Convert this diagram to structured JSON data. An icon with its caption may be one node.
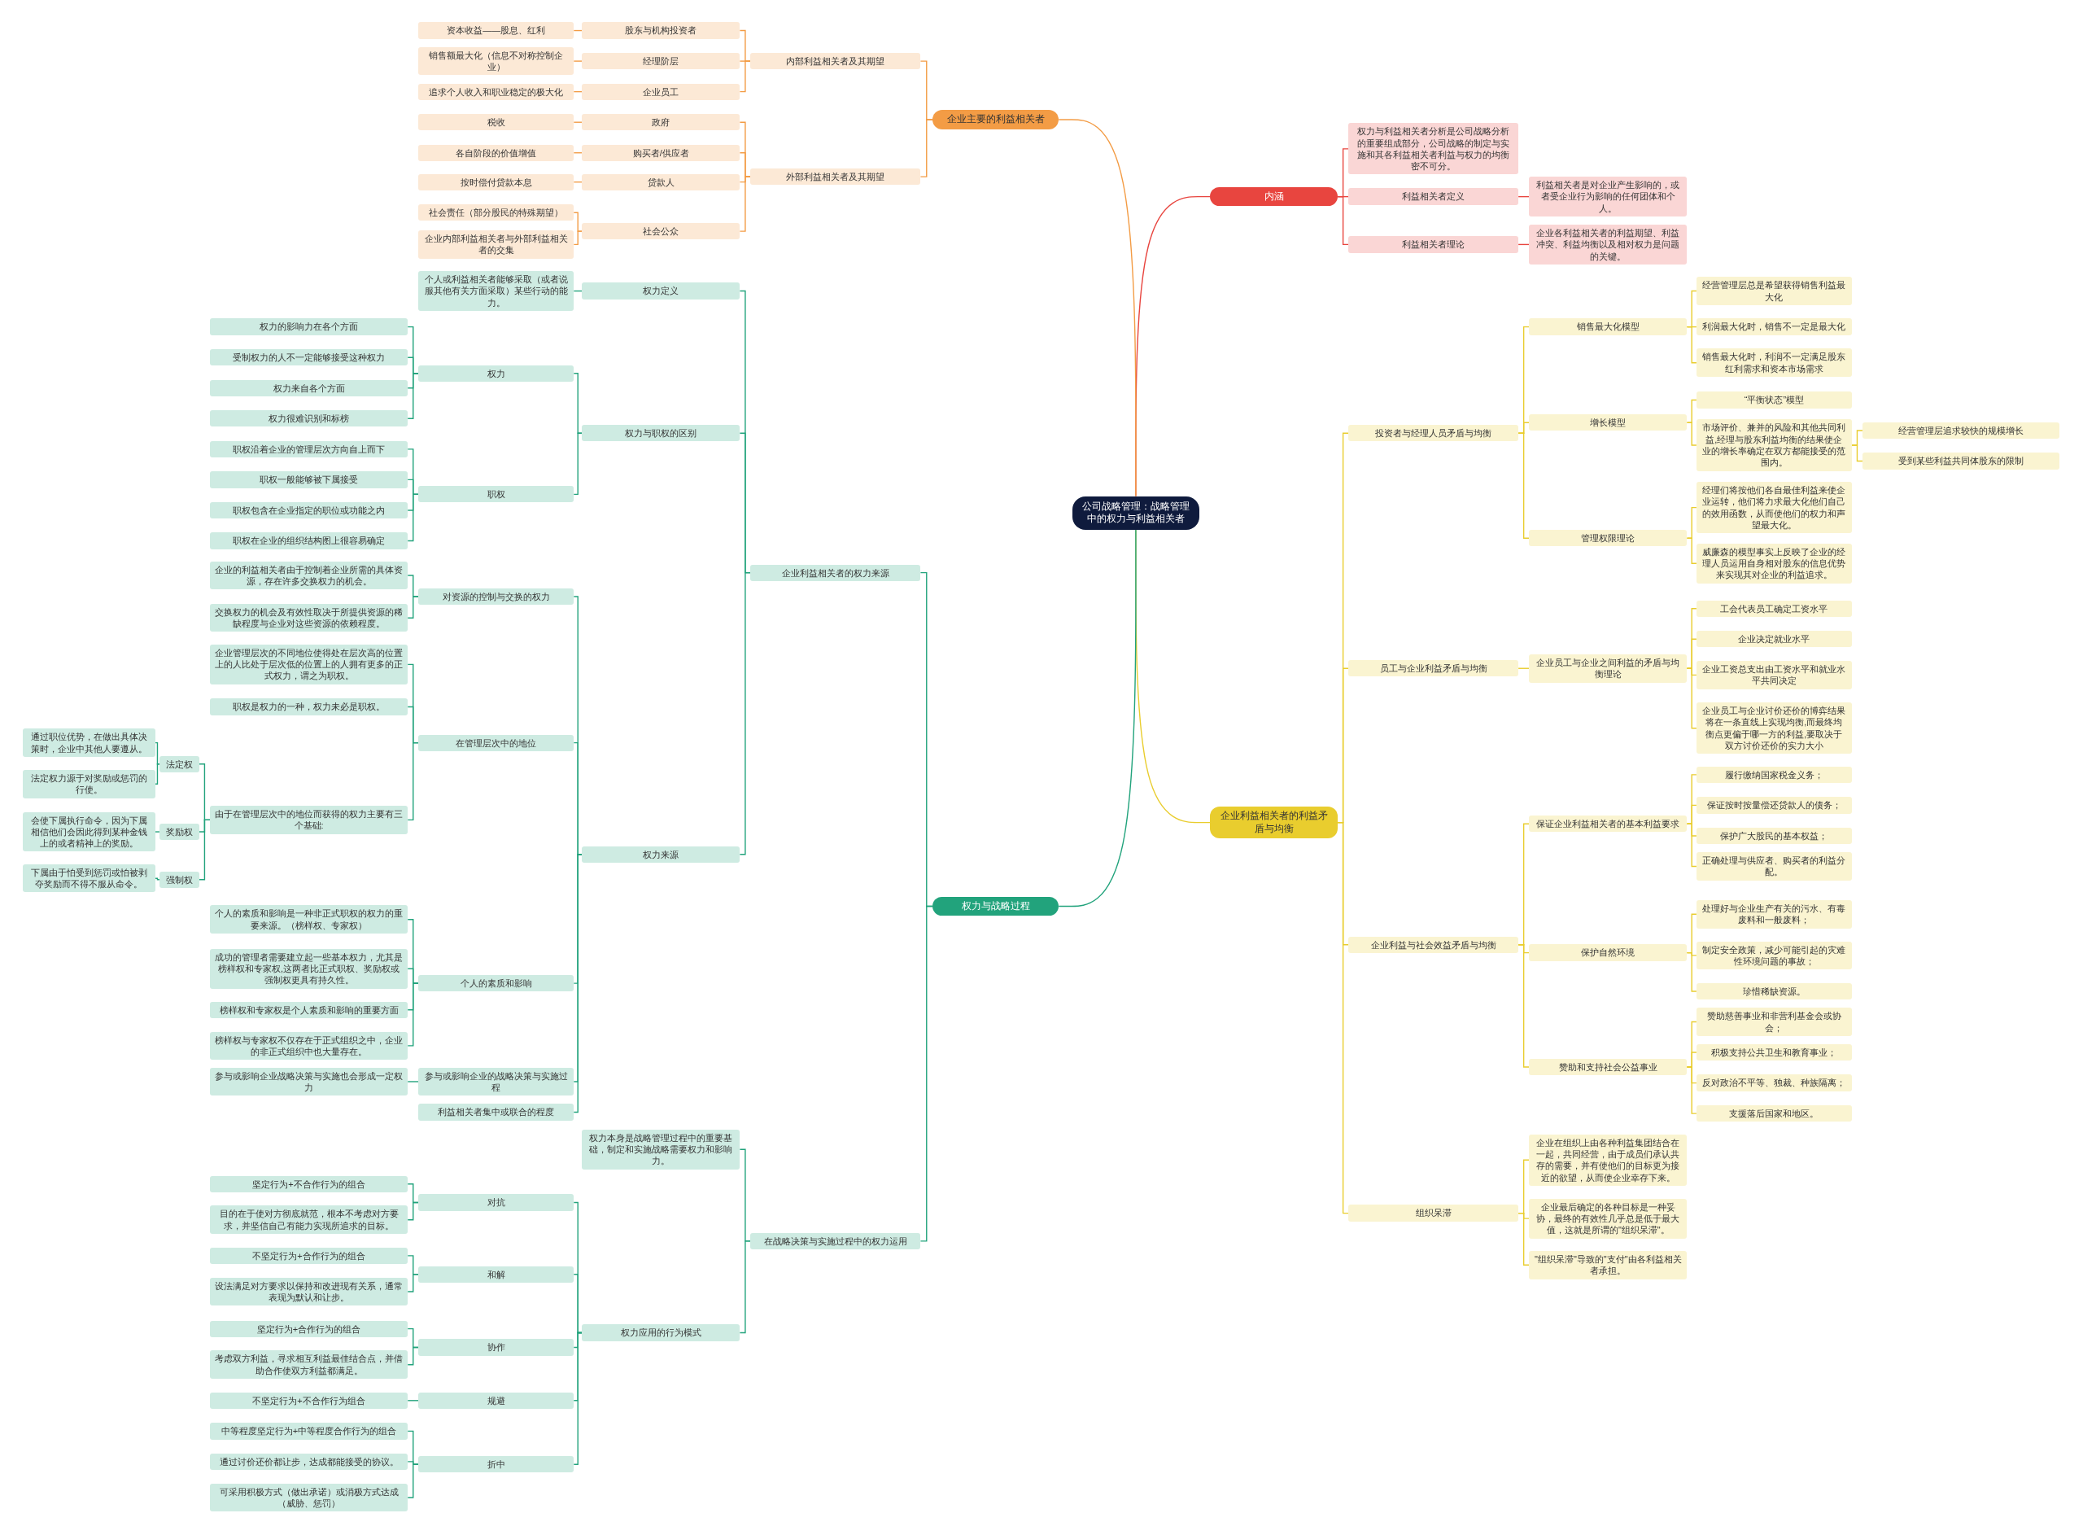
{
  "diagram": {
    "nodes": [
      {
        "text": [
          "公司战略管理：战略管理中的权力与利益相关者"
        ]
      },
      {
        "text": [
          "内涵"
        ]
      },
      {
        "text": [
          "权力与利益相关者分析是公司战略分析的重要组成部分，公司战略的制定与实施和其各利益相关者利益与权力的均衡密不可分。"
        ]
      },
      {
        "text": [
          "利益相关者定义"
        ]
      },
      {
        "text": [
          "利益相关者是对企业产生影响的，或者受企业行为影响的任何团体和个人。"
        ]
      },
      {
        "text": [
          "利益相关者理论"
        ]
      },
      {
        "text": [
          "企业各利益相关者的利益期望、利益冲突、利益均衡以及相对权力是问题的关键。"
        ]
      },
      {
        "text": [
          "企业利益相关者的利益矛盾与均衡"
        ]
      },
      {
        "text": [
          "投资者与经理人员矛盾与均衡"
        ]
      },
      {
        "text": [
          "销售最大化模型"
        ]
      },
      {
        "text": [
          "经营管理层总是希望获得销售利益最大化"
        ]
      },
      {
        "text": [
          "利润最大化时，销售不一定是最大化"
        ]
      },
      {
        "text": [
          "销售最大化时，利润不一定满足股东红利需求和资本市场需求"
        ]
      },
      {
        "text": [
          "增长模型"
        ]
      },
      {
        "text": [
          "“平衡状态”模型"
        ]
      },
      {
        "text": [
          "市场评价、兼并的风险和其他共同利益,经理与股东利益均衡的结果使企业的增长率确定在双方都能接受的范围内。"
        ]
      },
      {
        "text": [
          "经营管理层追求较快的规模增长"
        ]
      },
      {
        "text": [
          "受到某些利益共同体股东的限制"
        ]
      },
      {
        "text": [
          "管理权限理论"
        ]
      },
      {
        "text": [
          "经理们将按他们各自最佳利益来使企业运转，他们将力求最大化他们自己的效用函数，从而使他们的权力和声望最大化。"
        ]
      },
      {
        "text": [
          "威廉森的模型事实上反映了企业的经理人员运用自身相对股东的信息优势来实现其对企业的利益追求。"
        ]
      },
      {
        "text": [
          "员工与企业利益矛盾与均衡"
        ]
      },
      {
        "text": [
          "企业员工与企业之间利益的矛盾与均衡理论"
        ]
      },
      {
        "text": [
          "工会代表员工确定工资水平"
        ]
      },
      {
        "text": [
          "企业决定就业水平"
        ]
      },
      {
        "text": [
          "企业工资总支出由工资水平和就业水平共同决定"
        ]
      },
      {
        "text": [
          "企业员工与企业讨价还价的博弈结果将在一条直线上实现均衡,而最终均衡点更偏于哪一方的利益,要取决于双方讨价还价的实力大小"
        ]
      },
      {
        "text": [
          "企业利益与社会效益矛盾与均衡"
        ]
      },
      {
        "text": [
          "保证企业利益相关者的基本利益要求"
        ]
      },
      {
        "text": [
          "履行缴纳国家税金义务；"
        ]
      },
      {
        "text": [
          "保证按时按量偿还贷款人的债务；"
        ]
      },
      {
        "text": [
          "保护广大股民的基本权益；"
        ]
      },
      {
        "text": [
          "正确处理与供应者、购买者的利益分配。"
        ]
      },
      {
        "text": [
          "保护自然环境"
        ]
      },
      {
        "text": [
          "处理好与企业生产有关的污水、有毒废料和一般废料；"
        ]
      },
      {
        "text": [
          "制定安全政策，减少可能引起的灾难性环境问题的事故；"
        ]
      },
      {
        "text": [
          "珍惜稀缺资源。"
        ]
      },
      {
        "text": [
          "赞助和支持社会公益事业"
        ]
      },
      {
        "text": [
          "赞助慈善事业和非营利基金会或协会；"
        ]
      },
      {
        "text": [
          "积极支持公共卫生和教育事业；"
        ]
      },
      {
        "text": [
          "反对政治不平等、独裁、种族隔离；"
        ]
      },
      {
        "text": [
          "支援落后国家和地区。"
        ]
      },
      {
        "text": [
          "组织呆滞"
        ]
      },
      {
        "text": [
          "企业在组织上由各种利益集团结合在一起，共同经营，由于成员们承认共存的需要，并有使他们的目标更为接近的欲望，从而使企业幸存下来。"
        ]
      },
      {
        "text": [
          "企业最后确定的各种目标是一种妥协，最终的有效性几乎总是低于最大值，这就是所谓的\"组织呆滞\"。"
        ]
      },
      {
        "text": [
          "\"组织呆滞\"导致的\"支付\"由各利益相关者承担。"
        ]
      },
      {
        "text": [
          "企业主要的利益相关者"
        ]
      },
      {
        "text": [
          "内部利益相关者及其期望"
        ]
      },
      {
        "text": [
          "股东与机构投资者"
        ]
      },
      {
        "text": [
          "资本收益——股息、红利"
        ]
      },
      {
        "text": [
          "经理阶层"
        ]
      },
      {
        "text": [
          "销售额最大化（信息不对称控制企业）"
        ]
      },
      {
        "text": [
          "企业员工"
        ]
      },
      {
        "text": [
          "追求个人收入和职业稳定的极大化"
        ]
      },
      {
        "text": [
          "外部利益相关者及其期望"
        ]
      },
      {
        "text": [
          "政府"
        ]
      },
      {
        "text": [
          "税收"
        ]
      },
      {
        "text": [
          "购买者/供应者"
        ]
      },
      {
        "text": [
          "各自阶段的价值增值"
        ]
      },
      {
        "text": [
          "贷款人"
        ]
      },
      {
        "text": [
          "按时偿付贷款本息"
        ]
      },
      {
        "text": [
          "社会公众"
        ]
      },
      {
        "text": [
          "社会责任（部分股民的特殊期望）"
        ]
      },
      {
        "text": [
          "企业内部利益相关者与外部利益相关者的交集"
        ]
      },
      {
        "text": [
          "权力与战略过程"
        ]
      },
      {
        "text": [
          "企业利益相关者的权力来源"
        ]
      },
      {
        "text": [
          "权力定义"
        ]
      },
      {
        "text": [
          "个人或利益相关者能够采取（或者说服其他有关方面采取）某些行动的能力。"
        ]
      },
      {
        "text": [
          "权力与职权的区别"
        ]
      },
      {
        "text": [
          "权力"
        ]
      },
      {
        "text": [
          "权力的影响力在各个方面"
        ]
      },
      {
        "text": [
          "受制权力的人不一定能够接受这种权力"
        ]
      },
      {
        "text": [
          "权力来自各个方面"
        ]
      },
      {
        "text": [
          "权力很难识别和标榜"
        ]
      },
      {
        "text": [
          "职权"
        ]
      },
      {
        "text": [
          "职权沿着企业的管理层次方向自上而下"
        ]
      },
      {
        "text": [
          "职权一般能够被下属接受"
        ]
      },
      {
        "text": [
          "职权包含在企业指定的职位或功能之内"
        ]
      },
      {
        "text": [
          "职权在企业的组织结构图上很容易确定"
        ]
      },
      {
        "text": [
          "权力来源"
        ]
      },
      {
        "text": [
          "对资源的控制与交换的权力"
        ]
      },
      {
        "text": [
          "企业的利益相关者由于控制着企业所需的具体资源，存在许多交换权力的机会。"
        ]
      },
      {
        "text": [
          "交换权力的机会及有效性取决于所提供资源的稀缺程度与企业对这些资源的依赖程度。"
        ]
      },
      {
        "text": [
          "在管理层次中的地位"
        ]
      },
      {
        "text": [
          "企业管理层次的不同地位使得处在层次高的位置上的人比处于层次低的位置上的人拥有更多的正式权力，谓之为职权。"
        ]
      },
      {
        "text": [
          "职权是权力的一种，权力未必是职权。"
        ]
      },
      {
        "text": [
          "由于在管理层次中的地位而获得的权力主要有三个基础:"
        ]
      },
      {
        "text": [
          "法定权"
        ]
      },
      {
        "text": [
          "通过职位优势，在做出具体决策时，企业中其他人要遵从。"
        ]
      },
      {
        "text": [
          "法定权力源于对奖励或惩罚的行使。"
        ]
      },
      {
        "text": [
          "奖励权"
        ]
      },
      {
        "text": [
          "会使下属执行命令，因为下属相信他们会因此得到某种金钱上的或者精神上的奖励。"
        ]
      },
      {
        "text": [
          "强制权"
        ]
      },
      {
        "text": [
          "下属由于怕受到惩罚或怕被剥夺奖励而不得不服从命令。"
        ]
      },
      {
        "text": [
          "个人的素质和影响"
        ]
      },
      {
        "text": [
          "个人的素质和影响是一种非正式职权的权力的重要来源。（榜样权、专家权）"
        ]
      },
      {
        "text": [
          "成功的管理者需要建立起一些基本权力，尤其是榜样权和专家权,这两者比正式职权、奖励权或强制权更具有持久性。"
        ]
      },
      {
        "text": [
          "榜样权和专家权是个人素质和影响的重要方面"
        ]
      },
      {
        "text": [
          "榜样权与专家权不仅存在于正式组织之中，企业的非正式组织中也大量存在。"
        ]
      },
      {
        "text": [
          "参与或影响企业的战略决策与实施过程"
        ]
      },
      {
        "text": [
          "参与或影响企业战略决策与实施也会形成一定权力"
        ]
      },
      {
        "text": [
          "利益相关者集中或联合的程度"
        ]
      },
      {
        "text": [
          "在战略决策与实施过程中的权力运用"
        ]
      },
      {
        "text": [
          "权力本身是战略管理过程中的重要基础，制定和实施战略需要权力和影响力。"
        ]
      },
      {
        "text": [
          "权力应用的行为模式"
        ]
      },
      {
        "text": [
          "对抗"
        ]
      },
      {
        "text": [
          "坚定行为+不合作行为的组合"
        ]
      },
      {
        "text": [
          "目的在于使对方彻底就范，根本不考虑对方要求，并坚信自己有能力实现所追求的目标。"
        ]
      },
      {
        "text": [
          "和解"
        ]
      },
      {
        "text": [
          "不坚定行为+合作行为的组合"
        ]
      },
      {
        "text": [
          "设法满足对方要求以保持和改进现有关系，通常表现为默认和让步。"
        ]
      },
      {
        "text": [
          "协作"
        ]
      },
      {
        "text": [
          "坚定行为+合作行为的组合"
        ]
      },
      {
        "text": [
          "考虑双方利益，寻求相互利益最佳结合点，并借助合作使双方利益都满足。"
        ]
      },
      {
        "text": [
          "规避"
        ]
      },
      {
        "text": [
          "不坚定行为+不合作行为组合"
        ]
      },
      {
        "text": [
          "折中"
        ]
      },
      {
        "text": [
          "中等程度坚定行为+中等程度合作行为的组合"
        ]
      },
      {
        "text": [
          "通过讨价还价都让步，达成都能接受的协议。"
        ]
      },
      {
        "text": [
          "可采用积极方式（做出承诺）或消极方式达成（威胁、惩罚）"
        ]
      }
    ],
    "edges": [
      {
        "from": 0,
        "to": 1,
        "arrow": "none",
        "color": "#e8453f"
      },
      {
        "from": 1,
        "to": 2,
        "arrow": "none",
        "color": "#e8453f"
      },
      {
        "from": 1,
        "to": 3,
        "arrow": "none",
        "color": "#e8453f"
      },
      {
        "from": 3,
        "to": 4,
        "arrow": "none",
        "color": "#e8453f"
      },
      {
        "from": 1,
        "to": 5,
        "arrow": "none",
        "color": "#e8453f"
      },
      {
        "from": 5,
        "to": 6,
        "arrow": "none",
        "color": "#e8453f"
      },
      {
        "from": 0,
        "to": 7,
        "arrow": "none",
        "color": "#e9cd2e"
      },
      {
        "from": 7,
        "to": 8,
        "arrow": "none",
        "color": "#e9cd2e"
      },
      {
        "from": 8,
        "to": 9,
        "arrow": "none",
        "color": "#e9cd2e"
      },
      {
        "from": 9,
        "to": 10,
        "arrow": "none",
        "color": "#e9cd2e"
      },
      {
        "from": 9,
        "to": 11,
        "arrow": "none",
        "color": "#e9cd2e"
      },
      {
        "from": 9,
        "to": 12,
        "arrow": "none",
        "color": "#e9cd2e"
      },
      {
        "from": 8,
        "to": 13,
        "arrow": "none",
        "color": "#e9cd2e"
      },
      {
        "from": 13,
        "to": 14,
        "arrow": "none",
        "color": "#e9cd2e"
      },
      {
        "from": 13,
        "to": 15,
        "arrow": "none",
        "color": "#e9cd2e"
      },
      {
        "from": 15,
        "to": 16,
        "arrow": "none",
        "color": "#e9cd2e"
      },
      {
        "from": 15,
        "to": 17,
        "arrow": "none",
        "color": "#e9cd2e"
      },
      {
        "from": 8,
        "to": 18,
        "arrow": "none",
        "color": "#e9cd2e"
      },
      {
        "from": 18,
        "to": 19,
        "arrow": "none",
        "color": "#e9cd2e"
      },
      {
        "from": 18,
        "to": 20,
        "arrow": "none",
        "color": "#e9cd2e"
      },
      {
        "from": 7,
        "to": 21,
        "arrow": "none",
        "color": "#e9cd2e"
      },
      {
        "from": 21,
        "to": 22,
        "arrow": "none",
        "color": "#e9cd2e"
      },
      {
        "from": 22,
        "to": 23,
        "arrow": "none",
        "color": "#e9cd2e"
      },
      {
        "from": 22,
        "to": 24,
        "arrow": "none",
        "color": "#e9cd2e"
      },
      {
        "from": 22,
        "to": 25,
        "arrow": "none",
        "color": "#e9cd2e"
      },
      {
        "from": 22,
        "to": 26,
        "arrow": "none",
        "color": "#e9cd2e"
      },
      {
        "from": 7,
        "to": 27,
        "arrow": "none",
        "color": "#e9cd2e"
      },
      {
        "from": 27,
        "to": 28,
        "arrow": "none",
        "color": "#e9cd2e"
      },
      {
        "from": 28,
        "to": 29,
        "arrow": "none",
        "color": "#e9cd2e"
      },
      {
        "from": 28,
        "to": 30,
        "arrow": "none",
        "color": "#e9cd2e"
      },
      {
        "from": 28,
        "to": 31,
        "arrow": "none",
        "color": "#e9cd2e"
      },
      {
        "from": 28,
        "to": 32,
        "arrow": "none",
        "color": "#e9cd2e"
      },
      {
        "from": 27,
        "to": 33,
        "arrow": "none",
        "color": "#e9cd2e"
      },
      {
        "from": 33,
        "to": 34,
        "arrow": "none",
        "color": "#e9cd2e"
      },
      {
        "from": 33,
        "to": 35,
        "arrow": "none",
        "color": "#e9cd2e"
      },
      {
        "from": 33,
        "to": 36,
        "arrow": "none",
        "color": "#e9cd2e"
      },
      {
        "from": 27,
        "to": 37,
        "arrow": "none",
        "color": "#e9cd2e"
      },
      {
        "from": 37,
        "to": 38,
        "arrow": "none",
        "color": "#e9cd2e"
      },
      {
        "from": 37,
        "to": 39,
        "arrow": "none",
        "color": "#e9cd2e"
      },
      {
        "from": 37,
        "to": 40,
        "arrow": "none",
        "color": "#e9cd2e"
      },
      {
        "from": 37,
        "to": 41,
        "arrow": "none",
        "color": "#e9cd2e"
      },
      {
        "from": 7,
        "to": 42,
        "arrow": "none",
        "color": "#e9cd2e"
      },
      {
        "from": 42,
        "to": 43,
        "arrow": "none",
        "color": "#e9cd2e"
      },
      {
        "from": 42,
        "to": 44,
        "arrow": "none",
        "color": "#e9cd2e"
      },
      {
        "from": 42,
        "to": 45,
        "arrow": "none",
        "color": "#e9cd2e"
      },
      {
        "from": 0,
        "to": 46,
        "arrow": "none",
        "color": "#f39c45"
      },
      {
        "from": 46,
        "to": 47,
        "arrow": "none",
        "color": "#f39c45"
      },
      {
        "from": 47,
        "to": 48,
        "arrow": "none",
        "color": "#f39c45"
      },
      {
        "from": 48,
        "to": 49,
        "arrow": "none",
        "color": "#f39c45"
      },
      {
        "from": 47,
        "to": 50,
        "arrow": "none",
        "color": "#f39c45"
      },
      {
        "from": 50,
        "to": 51,
        "arrow": "none",
        "color": "#f39c45"
      },
      {
        "from": 47,
        "to": 52,
        "arrow": "none",
        "color": "#f39c45"
      },
      {
        "from": 52,
        "to": 53,
        "arrow": "none",
        "color": "#f39c45"
      },
      {
        "from": 46,
        "to": 54,
        "arrow": "none",
        "color": "#f39c45"
      },
      {
        "from": 54,
        "to": 55,
        "arrow": "none",
        "color": "#f39c45"
      },
      {
        "from": 55,
        "to": 56,
        "arrow": "none",
        "color": "#f39c45"
      },
      {
        "from": 54,
        "to": 57,
        "arrow": "none",
        "color": "#f39c45"
      },
      {
        "from": 57,
        "to": 58,
        "arrow": "none",
        "color": "#f39c45"
      },
      {
        "from": 54,
        "to": 59,
        "arrow": "none",
        "color": "#f39c45"
      },
      {
        "from": 59,
        "to": 60,
        "arrow": "none",
        "color": "#f39c45"
      },
      {
        "from": 54,
        "to": 61,
        "arrow": "none",
        "color": "#f39c45"
      },
      {
        "from": 61,
        "to": 62,
        "arrow": "none",
        "color": "#f39c45"
      },
      {
        "from": 61,
        "to": 63,
        "arrow": "none",
        "color": "#f39c45"
      },
      {
        "from": 0,
        "to": 64,
        "arrow": "none"
      },
      {
        "from": 64,
        "to": 65,
        "arrow": "none"
      },
      {
        "from": 65,
        "to": 66,
        "arrow": "none"
      },
      {
        "from": 66,
        "to": 67,
        "arrow": "none"
      },
      {
        "from": 65,
        "to": 68,
        "arrow": "none"
      },
      {
        "from": 68,
        "to": 69,
        "arrow": "none"
      },
      {
        "from": 69,
        "to": 70,
        "arrow": "none"
      },
      {
        "from": 69,
        "to": 71,
        "arrow": "none"
      },
      {
        "from": 69,
        "to": 72,
        "arrow": "none"
      },
      {
        "from": 69,
        "to": 73,
        "arrow": "none"
      },
      {
        "from": 68,
        "to": 74,
        "arrow": "none"
      },
      {
        "from": 74,
        "to": 75,
        "arrow": "none"
      },
      {
        "from": 74,
        "to": 76,
        "arrow": "none"
      },
      {
        "from": 74,
        "to": 77,
        "arrow": "none"
      },
      {
        "from": 74,
        "to": 78,
        "arrow": "none"
      },
      {
        "from": 65,
        "to": 79,
        "arrow": "none"
      },
      {
        "from": 79,
        "to": 80,
        "arrow": "none"
      },
      {
        "from": 80,
        "to": 81,
        "arrow": "none"
      },
      {
        "from": 80,
        "to": 82,
        "arrow": "none"
      },
      {
        "from": 79,
        "to": 83,
        "arrow": "none"
      },
      {
        "from": 83,
        "to": 84,
        "arrow": "none"
      },
      {
        "from": 83,
        "to": 85,
        "arrow": "none"
      },
      {
        "from": 83,
        "to": 86,
        "arrow": "none"
      },
      {
        "from": 86,
        "to": 87,
        "arrow": "none"
      },
      {
        "from": 87,
        "to": 88,
        "arrow": "none"
      },
      {
        "from": 87,
        "to": 89,
        "arrow": "none"
      },
      {
        "from": 86,
        "to": 90,
        "arrow": "none"
      },
      {
        "from": 90,
        "to": 91,
        "arrow": "none"
      },
      {
        "from": 86,
        "to": 92,
        "arrow": "none"
      },
      {
        "from": 92,
        "to": 93,
        "arrow": "none"
      },
      {
        "from": 79,
        "to": 94,
        "arrow": "none"
      },
      {
        "from": 94,
        "to": 95,
        "arrow": "none"
      },
      {
        "from": 94,
        "to": 96,
        "arrow": "none"
      },
      {
        "from": 94,
        "to": 97,
        "arrow": "none"
      },
      {
        "from": 94,
        "to": 98,
        "arrow": "none"
      },
      {
        "from": 79,
        "to": 99,
        "arrow": "none"
      },
      {
        "from": 99,
        "to": 100,
        "arrow": "none"
      },
      {
        "from": 79,
        "to": 101,
        "arrow": "none"
      },
      {
        "from": 64,
        "to": 102,
        "arrow": "none"
      },
      {
        "from": 102,
        "to": 103,
        "arrow": "none"
      },
      {
        "from": 102,
        "to": 104,
        "arrow": "none"
      },
      {
        "from": 104,
        "to": 105,
        "arrow": "none"
      },
      {
        "from": 105,
        "to": 106,
        "arrow": "none"
      },
      {
        "from": 105,
        "to": 107,
        "arrow": "none"
      },
      {
        "from": 104,
        "to": 108,
        "arrow": "none"
      },
      {
        "from": 108,
        "to": 109,
        "arrow": "none"
      },
      {
        "from": 108,
        "to": 110,
        "arrow": "none"
      },
      {
        "from": 104,
        "to": 111,
        "arrow": "none"
      },
      {
        "from": 111,
        "to": 112,
        "arrow": "none"
      },
      {
        "from": 111,
        "to": 113,
        "arrow": "none"
      },
      {
        "from": 104,
        "to": 114,
        "arrow": "none"
      },
      {
        "from": 114,
        "to": 115,
        "arrow": "none"
      },
      {
        "from": 104,
        "to": 116,
        "arrow": "none"
      },
      {
        "from": 116,
        "to": 117,
        "arrow": "none"
      },
      {
        "from": 116,
        "to": 118,
        "arrow": "none"
      },
      {
        "from": 116,
        "to": 119,
        "arrow": "none"
      }
    ]
  }
}
